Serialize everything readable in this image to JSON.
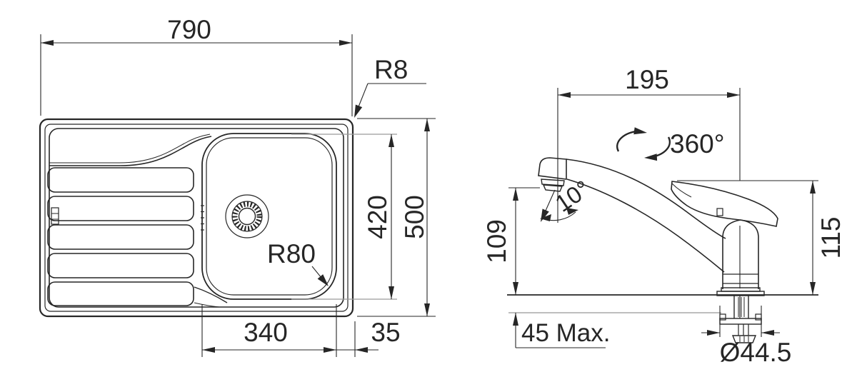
{
  "drawing": {
    "sink": {
      "width_label": "790",
      "depth_label": "500",
      "bowl_width_label": "420",
      "bowl_length_label": "340",
      "edge_offset_label": "35",
      "rim_radius_label": "R8",
      "bowl_radius_label": "R80"
    },
    "faucet": {
      "spout_reach_label": "195",
      "swivel_label": "360°",
      "spout_angle_label": "10°",
      "spout_height_label": "109",
      "body_height_label": "115",
      "counter_max_label": "45 Max.",
      "base_diameter_label": "Ø44.5"
    }
  },
  "colors": {
    "line": "#262626",
    "extension": "#9b9b9b",
    "background": "#ffffff"
  }
}
